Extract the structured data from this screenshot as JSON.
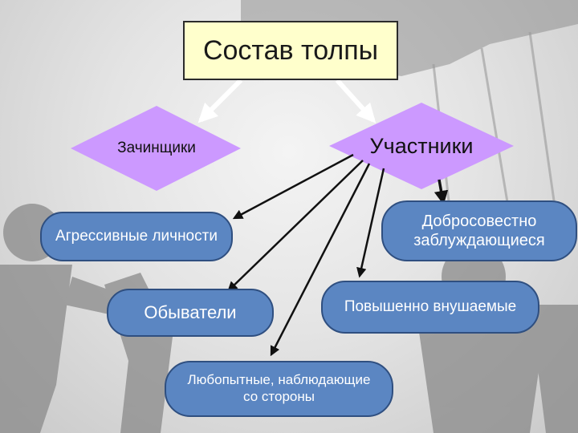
{
  "title": "Состав толпы",
  "nodes": {
    "initiators": "Зачинщики",
    "participants": "Участники",
    "aggressive": "Агрессивные личности",
    "honest_line1": "Добросовестно",
    "honest_line2": "заблуждающиеся",
    "ordinary": "Обыватели",
    "suggestible": "Повышенно внушаемые",
    "curious_line1": "Любопытные, наблюдающие",
    "curious_line2": "со стороны"
  },
  "colors": {
    "title_fill": "#ffffcc",
    "diamond_fill": "#cc99ff",
    "pill_fill": "#5b86c2",
    "arrow": "#111111",
    "title_arrow": "#ffffff"
  }
}
